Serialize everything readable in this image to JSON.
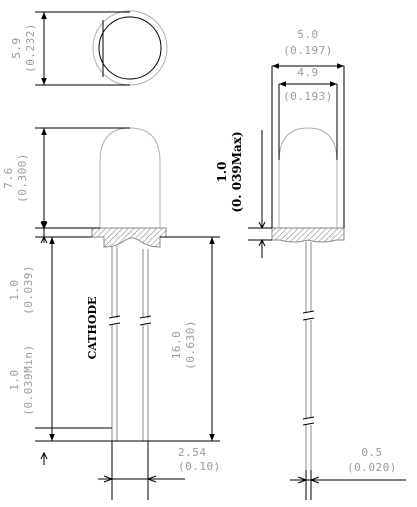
{
  "dimensions": {
    "top_dia_mm": "5.9",
    "top_dia_in": "(0.232)",
    "dome_height_mm": "7.6",
    "dome_height_in": "(0.300)",
    "lead_len_mm": "16.0",
    "lead_len_in": "(0.630)",
    "pitch_mm": "2.54",
    "pitch_in": "(0.10)",
    "flange_gap_mm": "1.0",
    "flange_gap_in": "(0.039)",
    "min_len_mm": "1.0",
    "min_len_in": "(0.039Min)",
    "outer_dia_mm": "5.0",
    "outer_dia_in": "(0.197)",
    "inner_dia_mm": "4.9",
    "inner_dia_in": "(0.193)",
    "max_gap_mm": "1.0",
    "max_gap_in": "(0. 039Max)",
    "lead_thk_mm": "0.5",
    "lead_thk_in": "(0.020)"
  },
  "labels": {
    "cathode": "CATHODE"
  }
}
